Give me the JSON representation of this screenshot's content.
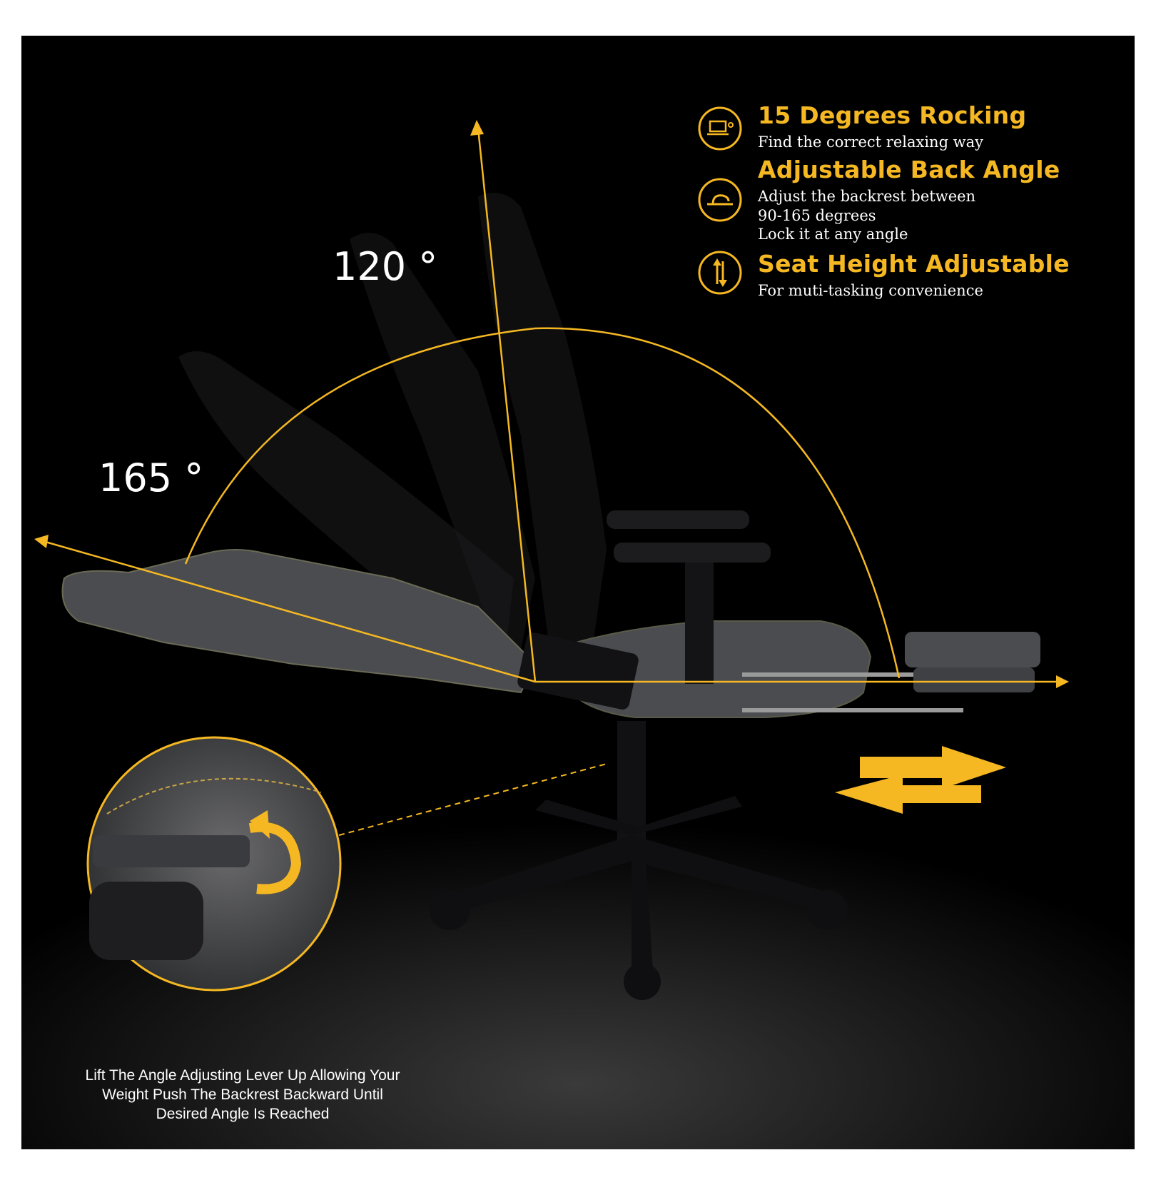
{
  "colors": {
    "accent": "#f5b822",
    "background": "#000000",
    "chair": "#4a4c50"
  },
  "angles": {
    "upright": "120 °",
    "reclined": "165 °"
  },
  "features": [
    {
      "icon": "rocking-icon",
      "title": "15 Degrees Rocking",
      "desc": [
        "Find the correct relaxing way"
      ]
    },
    {
      "icon": "back-angle-icon",
      "title": "Adjustable Back Angle",
      "desc": [
        "Adjust the backrest between",
        "90-165 degrees",
        "Lock it at any angle"
      ]
    },
    {
      "icon": "seat-height-icon",
      "title": "Seat Height Adjustable",
      "desc": [
        "For muti-tasking convenience"
      ]
    }
  ],
  "caption": [
    "Lift The Angle Adjusting Lever Up Allowing Your",
    "Weight Push The Backrest Backward Until",
    "Desired Angle Is Reached"
  ]
}
